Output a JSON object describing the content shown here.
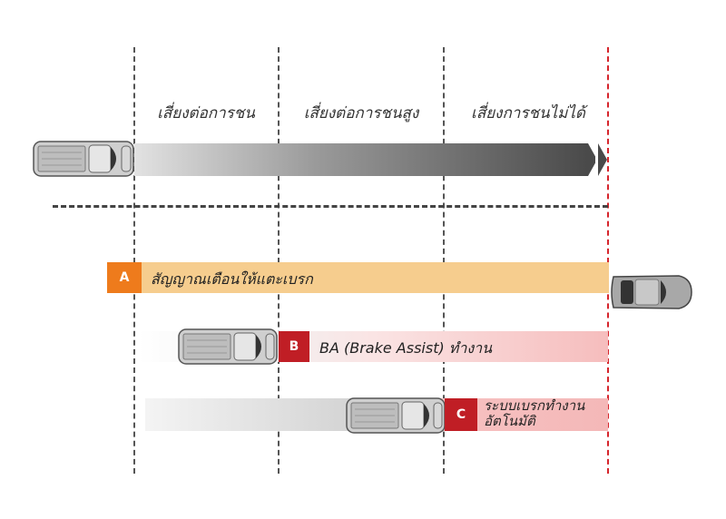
{
  "zones": {
    "z1": "เสี่ยงต่อการชน",
    "z2": "เสี่ยงต่อการชนสูง",
    "z3": "เสี่ยงการชนไม่ได้"
  },
  "stages": {
    "a": {
      "badge": "A",
      "text": "สัญญาณเตือนให้แตะเบรก"
    },
    "b": {
      "badge": "B",
      "text": "BA (Brake Assist) ทำงาน"
    },
    "c": {
      "badge": "C",
      "text_line1": "ระบบเบรกทำงาน",
      "text_line2": "อัตโนมัติ"
    }
  },
  "colors": {
    "orange": "#ee7b1c",
    "orange_band": "#f6cd8e",
    "red": "#c01e25",
    "pink_band": "#f6bdbd",
    "truck": "#bfbfbf",
    "sedan": "#9e9e9e"
  },
  "icons": {
    "truck": "pickup-truck-top-view",
    "sedan": "sedan-car-top-view",
    "arrow": "chevron-right"
  }
}
